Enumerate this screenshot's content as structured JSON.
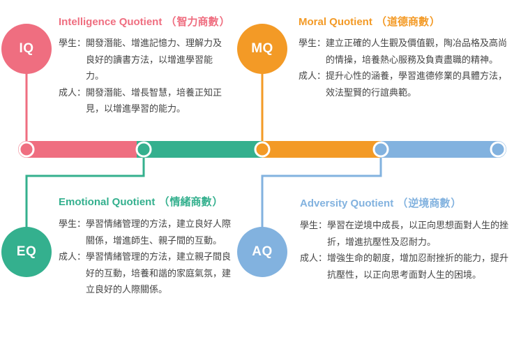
{
  "colors": {
    "iq": "#ef6e80",
    "mq": "#f39a26",
    "eq": "#34b08e",
    "aq": "#82b2df",
    "text": "#444444"
  },
  "sections": {
    "iq": {
      "badge": "IQ",
      "title_en": "Intelligence Quotient",
      "title_zh": "智力商數",
      "student_label": "學生：",
      "student_text": "開發潛能、增進記憶力、理解力及良好的讀書方法，以增進學習能力。",
      "adult_label": "成人：",
      "adult_text": "開發潛能、增長智慧，培養正知正見，以增進學習的能力。"
    },
    "mq": {
      "badge": "MQ",
      "title_en": "Moral Quotient",
      "title_zh": "道德商數",
      "student_label": "學生：",
      "student_text": "建立正確的人生觀及價值觀，陶冶品格及高尚的情操，培養熱心服務及負責盡職的精神。",
      "adult_label": "成人：",
      "adult_text": "提升心性的涵養，學習進德修業的具體方法，效法聖賢的行誼典範。"
    },
    "eq": {
      "badge": "EQ",
      "title_en": "Emotional Quotient",
      "title_zh": "情緒商數",
      "student_label": "學生：",
      "student_text": "學習情緒管理的方法，建立良好人際關係，增進師生、親子間的互動。",
      "adult_label": "成人：",
      "adult_text": "學習情緒管理的方法，建立親子間良好的互動，培養和諧的家庭氣氛，建立良好的人際關係。"
    },
    "aq": {
      "badge": "AQ",
      "title_en": "Adversity Quotient",
      "title_zh": "逆境商數",
      "student_label": "學生：",
      "student_text": "學習在逆境中成長，以正向思想面對人生的挫折，增進抗壓性及忍耐力。",
      "adult_label": "成人：",
      "adult_text": "增強生命的韌度，增加忍耐挫折的能力，提升抗壓性，以正向思考面對人生的困境。"
    }
  }
}
